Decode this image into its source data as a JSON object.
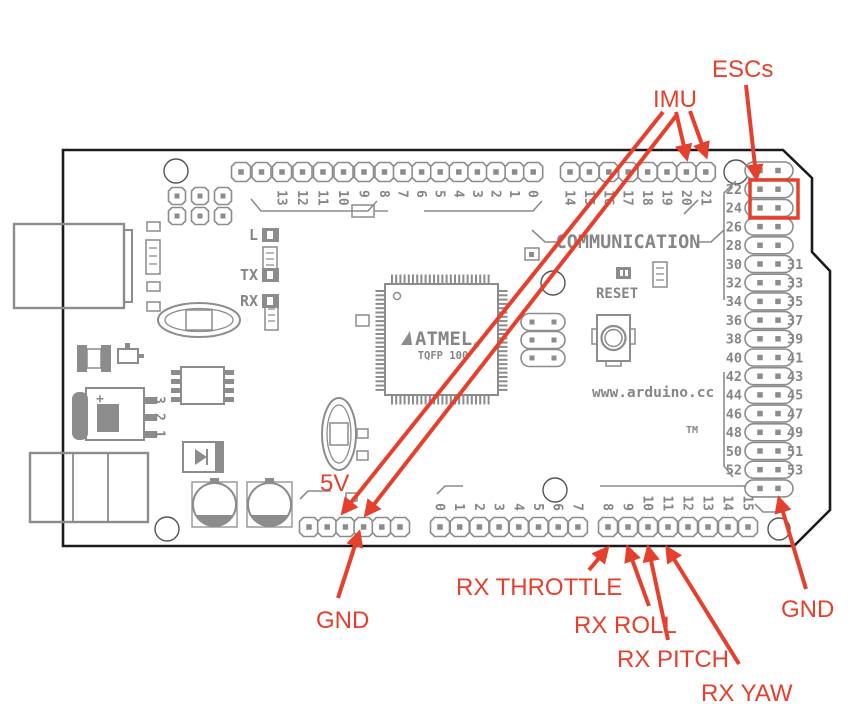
{
  "colors": {
    "annotation_red": "#e5402d",
    "silkscreen_gray": "#8c8c8c",
    "board_outline": "#1b1b1b"
  },
  "annotations": {
    "escs": "ESCs",
    "imu": "IMU",
    "five_v": "5V",
    "gnd_left": "GND",
    "gnd_right": "GND",
    "rx_throttle": "RX THROTTLE",
    "rx_roll": "RX ROLL",
    "rx_pitch": "RX PITCH",
    "rx_yaw": "RX YAW"
  },
  "silkscreen": {
    "communication": "COMMUNICATION",
    "reset": "RESET",
    "url": "www.arduino.cc",
    "tm": "TM",
    "led_l": "L",
    "led_tx": "TX",
    "led_rx": "RX",
    "chip_brand": "ATMEL",
    "chip_registered": "®",
    "chip_package": "TQFP 100",
    "regulator_plus": "+",
    "regulator_pin_labels": [
      "3",
      "2",
      "1"
    ]
  },
  "pins": {
    "top_group_a_labels": [
      "13",
      "12",
      "11",
      "10",
      "9",
      "8"
    ],
    "top_group_b_labels": [
      "7",
      "6",
      "5",
      "4",
      "3",
      "2",
      "1",
      "0"
    ],
    "top_group_c_labels": [
      "14",
      "15",
      "16",
      "17",
      "18",
      "19",
      "20",
      "21"
    ],
    "right_header_left_labels": [
      "22",
      "24",
      "26",
      "28",
      "30",
      "32",
      "34",
      "36",
      "38",
      "40",
      "42",
      "44",
      "46",
      "48",
      "50",
      "52"
    ],
    "right_header_right_labels": [
      "31",
      "33",
      "35",
      "37",
      "39",
      "41",
      "43",
      "45",
      "47",
      "49",
      "51",
      "53"
    ],
    "bottom_group_a_labels": [
      "0",
      "1",
      "2",
      "3",
      "4",
      "5",
      "6",
      "7"
    ],
    "bottom_group_b_labels": [
      "8",
      "9",
      "10",
      "11",
      "12",
      "13",
      "14",
      "15"
    ]
  }
}
